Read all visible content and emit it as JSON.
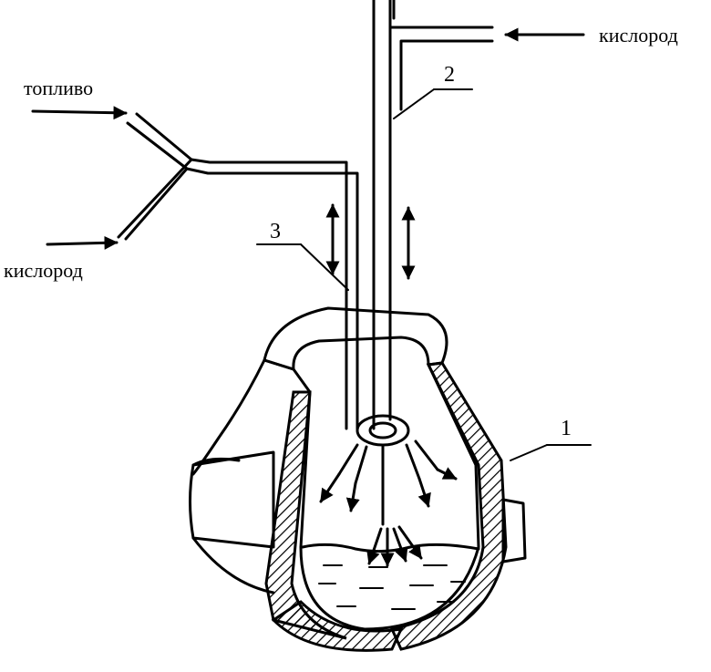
{
  "labels": {
    "oxygen_top": "кислород",
    "fuel": "топливо",
    "oxygen_left": "кислород",
    "num_1": "1",
    "num_2": "2",
    "num_3": "3"
  }
}
